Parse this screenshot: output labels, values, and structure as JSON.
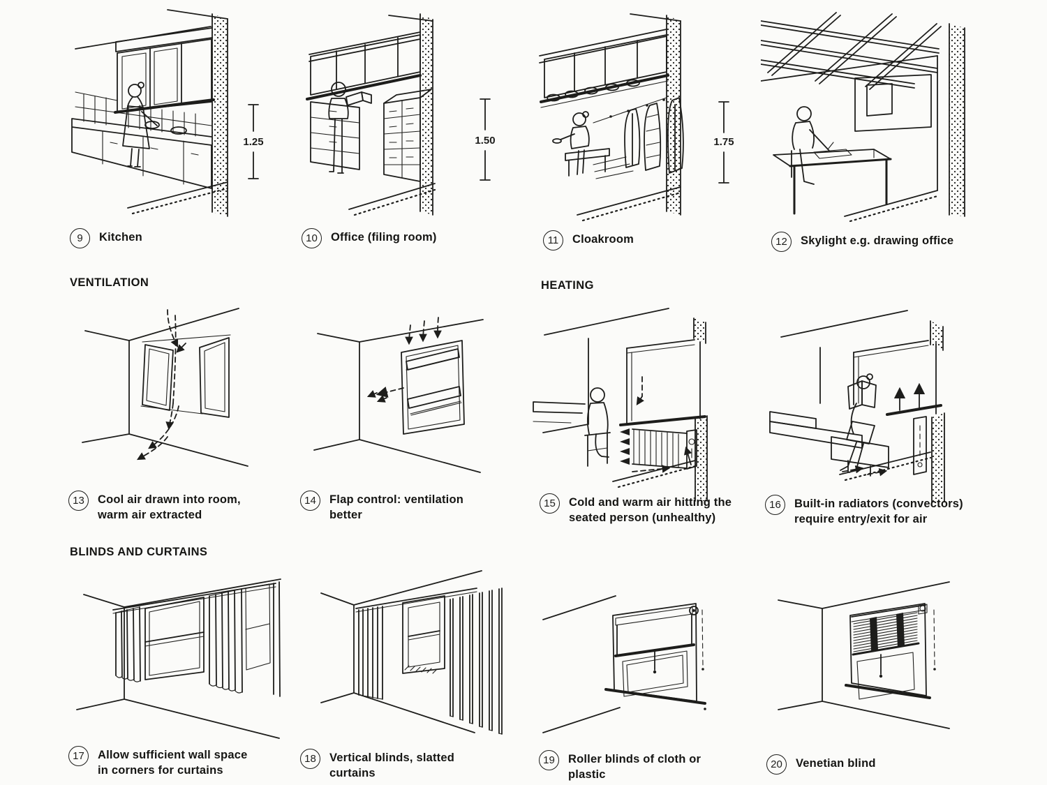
{
  "page": {
    "background": "#fbfbf9",
    "ink": "#1d1d1b"
  },
  "sections": {
    "ventilation_heading": "VENTILATION",
    "heating_heading": "HEATING",
    "blinds_heading": "BLINDS AND CURTAINS"
  },
  "figures": [
    {
      "number": "9",
      "lines": [
        "Kitchen"
      ],
      "dimension": "1.25"
    },
    {
      "number": "10",
      "lines": [
        "Office (filing room)"
      ],
      "dimension": "1.50"
    },
    {
      "number": "11",
      "lines": [
        "Cloakroom"
      ],
      "dimension": "1.75"
    },
    {
      "number": "12",
      "lines": [
        "Skylight e.g. drawing office"
      ]
    },
    {
      "number": "13",
      "lines": [
        "Cool air drawn into room,",
        "warm air extracted"
      ]
    },
    {
      "number": "14",
      "lines": [
        "Flap control: ventilation",
        "better"
      ]
    },
    {
      "number": "15",
      "lines": [
        "Cold and warm air hitting the",
        "seated person (unhealthy)"
      ]
    },
    {
      "number": "16",
      "lines": [
        "Built-in radiators (convectors)",
        "require entry/exit for air"
      ]
    },
    {
      "number": "17",
      "lines": [
        "Allow sufficient wall space",
        "in corners for curtains"
      ]
    },
    {
      "number": "18",
      "lines": [
        "Vertical blinds, slatted",
        "curtains"
      ]
    },
    {
      "number": "19",
      "lines": [
        "Roller blinds of cloth or",
        "plastic"
      ]
    },
    {
      "number": "20",
      "lines": [
        "Venetian blind"
      ]
    }
  ]
}
